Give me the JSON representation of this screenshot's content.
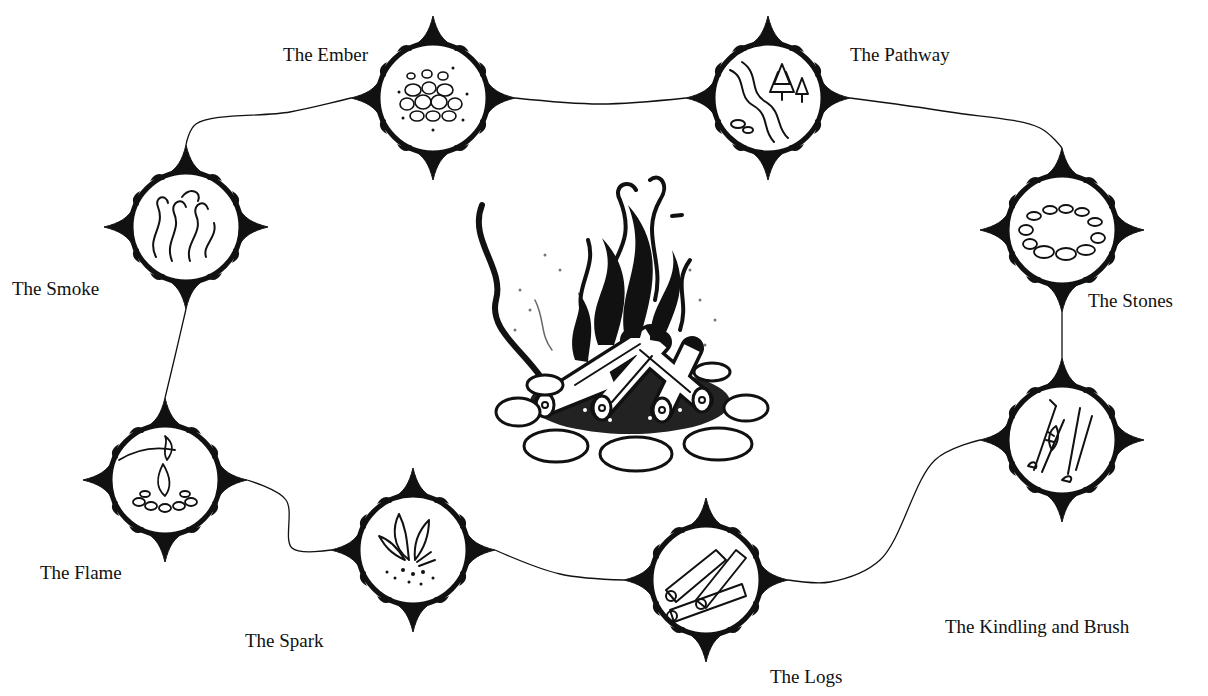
{
  "diagram": {
    "nodes": [
      {
        "text": [
          "The Ember"
        ]
      },
      {
        "text": [
          "The Pathway"
        ]
      },
      {
        "text": [
          "The Stones"
        ]
      },
      {
        "text": [
          "The Kindling and Brush"
        ]
      },
      {
        "text": [
          "The Logs"
        ]
      },
      {
        "text": [
          "The Spark"
        ]
      },
      {
        "text": [
          "The Flame"
        ]
      },
      {
        "text": [
          "The Smoke"
        ]
      }
    ],
    "edges": [
      {
        "from": 0,
        "to": 1,
        "arrow": "none"
      },
      {
        "from": 1,
        "to": 2,
        "arrow": "none"
      },
      {
        "from": 2,
        "to": 3,
        "arrow": "none"
      },
      {
        "from": 3,
        "to": 4,
        "arrow": "none"
      },
      {
        "from": 4,
        "to": 5,
        "arrow": "none"
      },
      {
        "from": 5,
        "to": 6,
        "arrow": "none"
      },
      {
        "from": 6,
        "to": 7,
        "arrow": "none"
      },
      {
        "from": 7,
        "to": 0,
        "arrow": "none"
      }
    ]
  }
}
